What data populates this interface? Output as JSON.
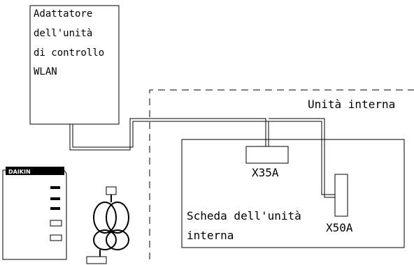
{
  "adapter_box": {
    "lines": [
      "Adattatore",
      "dell'unità",
      "di controllo",
      "WLAN"
    ]
  },
  "indoor_unit": {
    "label": "Unità interna"
  },
  "pcb": {
    "label_line1": "Scheda dell'unità",
    "label_line2": "interna"
  },
  "connectors": {
    "x35a": "X35A",
    "x50a": "X50A"
  },
  "device": {
    "brand": "DAIKIN"
  },
  "colors": {
    "line": "#000000",
    "device_body": "#ffffff"
  }
}
